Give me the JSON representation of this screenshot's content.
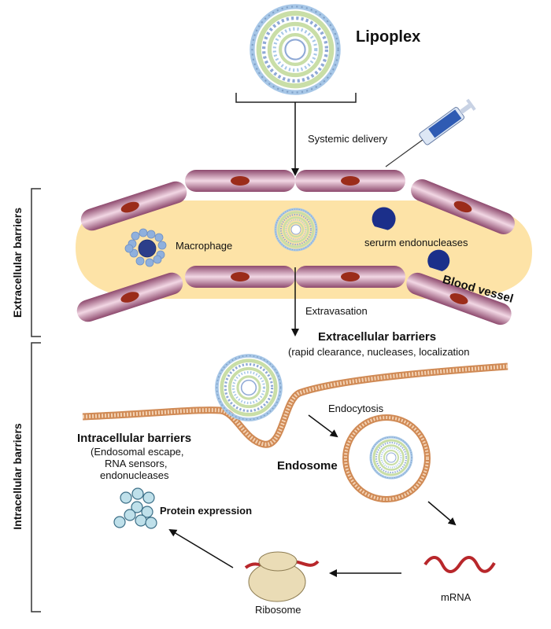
{
  "title": "Lipoplex",
  "labels": {
    "systemic_delivery": "Systemic delivery",
    "macrophage": "Macrophage",
    "serum_endonucleases": "serurm endonucleases",
    "blood_vessel": "Blood vessel",
    "extravasation": "Extravasation",
    "extracellular_heading": "Extracellular barriers",
    "extracellular_detail": "(rapid clearance, nucleases, localization",
    "endocytosis": "Endocytosis",
    "endosome": "Endosome",
    "intracellular_heading": "Intracellular barriers",
    "intracellular_line1": "(Endosomal escape,",
    "intracellular_line2": "RNA sensors,",
    "intracellular_line3": "endonucleases",
    "protein_expression": "Protein expression",
    "ribosome": "Ribosome",
    "mrna": "mRNA"
  },
  "side_labels": {
    "extracellular": "Extracellular barriers",
    "intracellular": "Intracellular barriers"
  },
  "colors": {
    "vessel_fill": "#fde3a7",
    "cell_pink": "#c98aa8",
    "nucleus": "#9b2c1a",
    "endonuclease": "#1b2f8a",
    "membrane": "#d08a55",
    "mrna": "#b8272b"
  }
}
